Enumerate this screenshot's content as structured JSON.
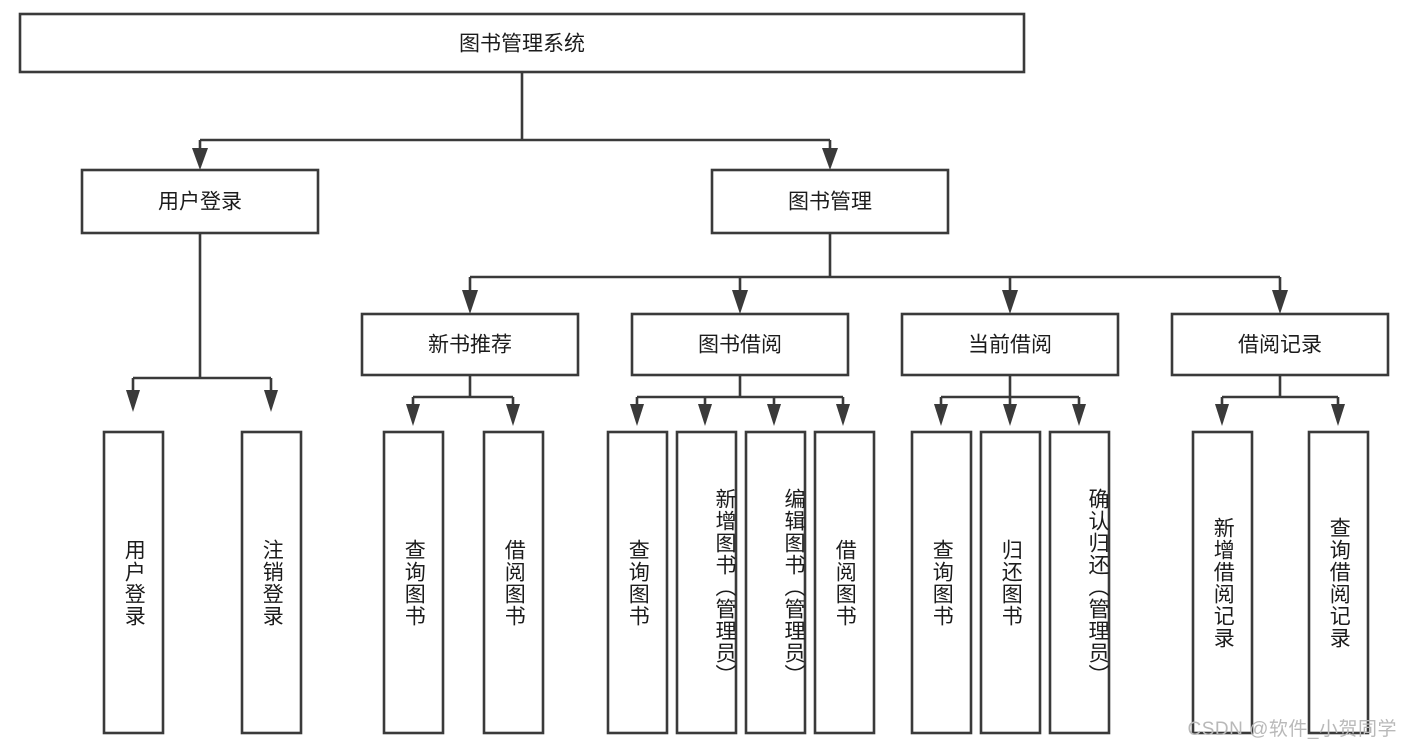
{
  "diagram": {
    "type": "tree-hierarchy",
    "title": "图书管理系统",
    "watermark": "CSDN @软件_小贺同学",
    "colors": {
      "stroke": "#3a3a3a",
      "fill": "#ffffff",
      "text": "#1c1c1c",
      "watermark": "#b9b9b9",
      "background": "#ffffff"
    },
    "levels": {
      "root": {
        "label": "图书管理系统"
      },
      "level2": [
        {
          "label": "用户登录"
        },
        {
          "label": "图书管理"
        }
      ],
      "level3": [
        {
          "label": "新书推荐"
        },
        {
          "label": "图书借阅"
        },
        {
          "label": "当前借阅"
        },
        {
          "label": "借阅记录"
        }
      ]
    },
    "groups": [
      {
        "parent": "用户登录",
        "leaves": [
          {
            "label": "用户登录"
          },
          {
            "label": "注销登录"
          }
        ]
      },
      {
        "parent": "新书推荐",
        "leaves": [
          {
            "label": "查询图书"
          },
          {
            "label": "借阅图书"
          }
        ]
      },
      {
        "parent": "图书借阅",
        "leaves": [
          {
            "label": "查询图书"
          },
          {
            "label": "新增图书（管理员）"
          },
          {
            "label": "编辑图书（管理员）"
          },
          {
            "label": "借阅图书"
          }
        ]
      },
      {
        "parent": "当前借阅",
        "leaves": [
          {
            "label": "查询图书"
          },
          {
            "label": "归还图书"
          },
          {
            "label": "确认归还（管理员）"
          }
        ]
      },
      {
        "parent": "借阅记录",
        "leaves": [
          {
            "label": "新增借阅记录"
          },
          {
            "label": "查询借阅记录"
          }
        ]
      }
    ],
    "leaf_labels_flat": [
      "用户登录",
      "注销登录",
      "查询图书",
      "借阅图书",
      "查询图书",
      "新增图书（管理员）",
      "编辑图书（管理员）",
      "借阅图书",
      "查询图书",
      "归还图书",
      "确认归还（管理员）",
      "新增借阅记录",
      "查询借阅记录"
    ]
  }
}
